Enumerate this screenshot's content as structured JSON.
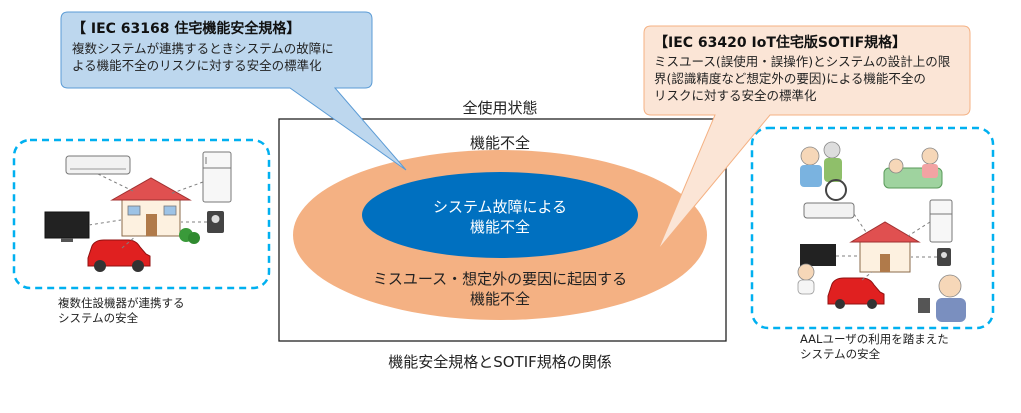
{
  "callout_left": {
    "title": "【 IEC 63168 住宅機能安全規格】",
    "body_lines": [
      "複数システムが連携するときシステムの故障に",
      "よる機能不全のリスクに対する安全の標準化"
    ]
  },
  "callout_right": {
    "title": "【IEC 63420 IoT住宅版SOTIF規格】",
    "body_lines": [
      "ミスユース(誤使用・誤操作)とシステムの設計上の限",
      "界(認識精度など想定外の要因)による機能不全の",
      "リスクに対する安全の標準化"
    ]
  },
  "diagram": {
    "outer_label": "全使用状態",
    "middle_label": "機能不全",
    "inner_label_lines": [
      "システム故障による",
      "機能不全"
    ],
    "orange_label_lines": [
      "ミスユース・想定外の要因に起因する",
      "機能不全"
    ],
    "caption": "機能安全規格とSOTIF規格の関係"
  },
  "left_scene": {
    "caption_lines": [
      "複数住設機器が連携する",
      "システムの安全"
    ]
  },
  "right_scene": {
    "caption_lines": [
      "AALユーザの利用を踏まえた",
      "システムの安全"
    ]
  },
  "colors": {
    "callout_left_fill": "#bdd7ee",
    "callout_right_fill": "#fbe5d6",
    "orange_ellipse": "#f4b183",
    "blue_ellipse": "#0070c0",
    "dashed_border": "#00b0f0"
  }
}
